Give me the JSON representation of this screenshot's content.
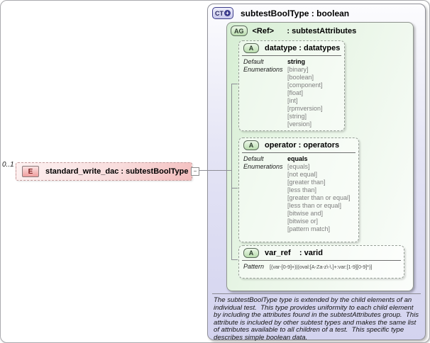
{
  "element": {
    "occurrence": "0..1",
    "badge": "E",
    "label": "standard_write_dac : subtestBoolType"
  },
  "icons": {
    "collapse_glyph": "−",
    "plus_glyph": "+"
  },
  "complex_type": {
    "badge": "CT",
    "title": "subtestBoolType : boolean",
    "documentation": "The subtestBoolType type is extended by the child elements of an individual test.  This type provides uniformity to each child element by including the attributes found in the subtestAttributes group.  This attribute is included by other subtest types and makes the same list of attributes available to all children of a test.  This specific type describes simple boolean data."
  },
  "attribute_group": {
    "badge": "AG",
    "title": "<Ref>      : subtestAttributes"
  },
  "attr_datatype": {
    "badge": "A",
    "title": "datatype : datatypes",
    "default_label": "Default",
    "enumerations_label": "Enumerations",
    "default_value": "string",
    "enums": [
      "[binary]",
      "[boolean]",
      "[component]",
      "[float]",
      "[int]",
      "[rpmversion]",
      "[string]",
      "[version]"
    ]
  },
  "attr_operator": {
    "badge": "A",
    "title": "operator : operators",
    "default_label": "Default",
    "enumerations_label": "Enumerations",
    "default_value": "equals",
    "enums": [
      "[equals]",
      "[not equal]",
      "[greater than]",
      "[less than]",
      "[greater than or equal]",
      "[less than or equal]",
      "[bitwise and]",
      "[bitwise or]",
      "[pattern match]"
    ]
  },
  "attr_var_ref": {
    "badge": "A",
    "title": "var_ref    : varid",
    "pattern_label": "Pattern",
    "pattern_value": "[(var-[0-9]+)|(oval:[A-Za-z\\-\\.]+:var:[1-9][0-9]*)]"
  },
  "colors": {
    "element_fill": "#f3bcbc",
    "complex_type_fill": "#d3d3ef",
    "attribute_group_fill": "#d6eed3",
    "badge_ct_border": "#3c3c8a",
    "enum_text": "#7f7f7f"
  }
}
